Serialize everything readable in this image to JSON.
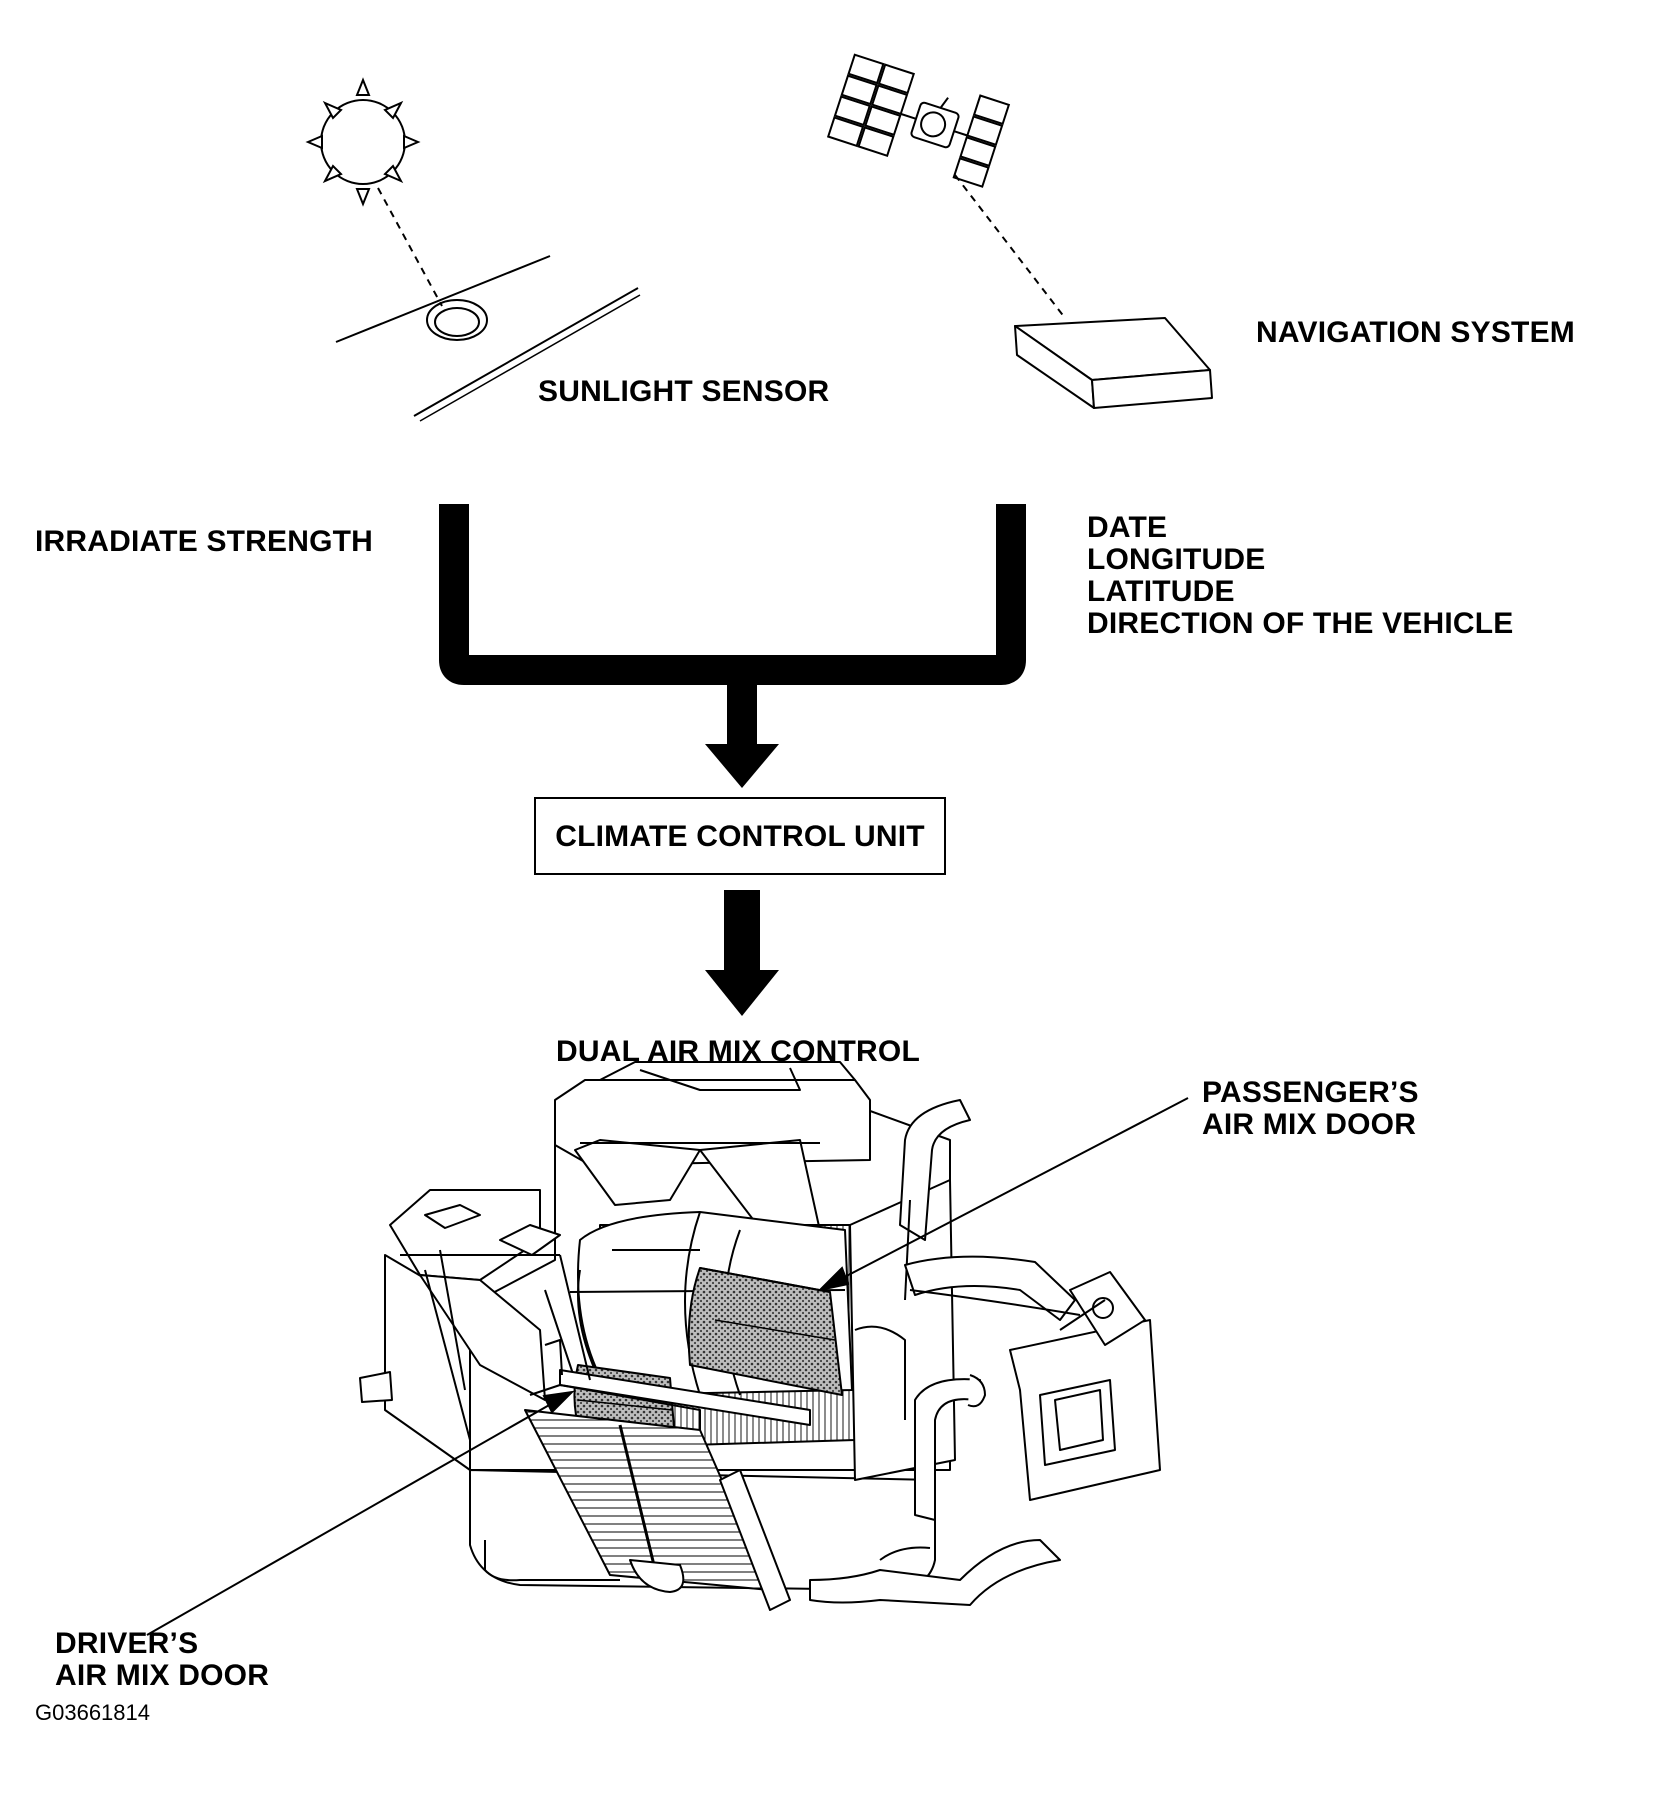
{
  "labels": {
    "sunlight_sensor": "SUNLIGHT SENSOR",
    "navigation_system": "NAVIGATION SYSTEM",
    "irradiate_strength": "IRRADIATE STRENGTH",
    "nav_outputs": [
      "DATE",
      "LONGITUDE",
      "LATITUDE",
      "DIRECTION OF THE VEHICLE"
    ],
    "climate_control_unit": "CLIMATE CONTROL UNIT",
    "dual_air_mix_control": "DUAL AIR MIX CONTROL",
    "passengers_door": [
      "PASSENGER’S",
      "AIR MIX DOOR"
    ],
    "drivers_door": [
      "DRIVER’S",
      "AIR MIX DOOR"
    ],
    "figure_code": "G03661814"
  },
  "icons": {
    "sun": "sun-icon",
    "satellite": "satellite-icon",
    "sensor": "sunlight-sensor-icon",
    "nav_box": "navigation-unit-icon",
    "hvac": "hvac-unit-illustration"
  },
  "colors": {
    "ink": "#000000",
    "paper": "#ffffff",
    "door_shade": "#8a8a8a"
  }
}
